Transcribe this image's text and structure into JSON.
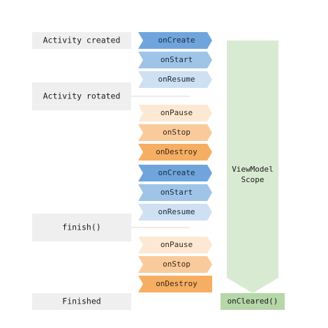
{
  "events": [
    {
      "label": "Activity created"
    },
    {
      "label": "Activity rotated"
    },
    {
      "label": "finish()"
    },
    {
      "label": "Finished"
    }
  ],
  "steps": [
    {
      "label": "onCreate",
      "fill": "#6fa5dc",
      "text_color": "#1a2a3a"
    },
    {
      "label": "onStart",
      "fill": "#9fc4e8",
      "text_color": "#1a2a3a"
    },
    {
      "label": "onResume",
      "fill": "#cfe0f3",
      "text_color": "#1a2a3a"
    },
    {
      "label": "onPause",
      "fill": "#fde9d3",
      "text_color": "#3a2a1a"
    },
    {
      "label": "onStop",
      "fill": "#f9cb9c",
      "text_color": "#3a2a1a"
    },
    {
      "label": "onDestroy",
      "fill": "#f6ae62",
      "text_color": "#3a2a1a"
    },
    {
      "label": "onCreate",
      "fill": "#6fa5dc",
      "text_color": "#1a2a3a"
    },
    {
      "label": "onStart",
      "fill": "#9fc4e8",
      "text_color": "#1a2a3a"
    },
    {
      "label": "onResume",
      "fill": "#cfe0f3",
      "text_color": "#1a2a3a"
    },
    {
      "label": "onPause",
      "fill": "#fde9d3",
      "text_color": "#3a2a1a"
    },
    {
      "label": "onStop",
      "fill": "#f9cb9c",
      "text_color": "#3a2a1a"
    },
    {
      "label": "onDestroy",
      "fill": "#f6ae62",
      "text_color": "#3a2a1a"
    }
  ],
  "scope": {
    "line1": "ViewModel",
    "line2": "Scope",
    "fill": "#d9ead3"
  },
  "cleared": {
    "label": "onCleared()",
    "fill": "#b6d7a8"
  },
  "colors": {
    "event_box": "#efefef",
    "divider": "#d9d9d9"
  }
}
